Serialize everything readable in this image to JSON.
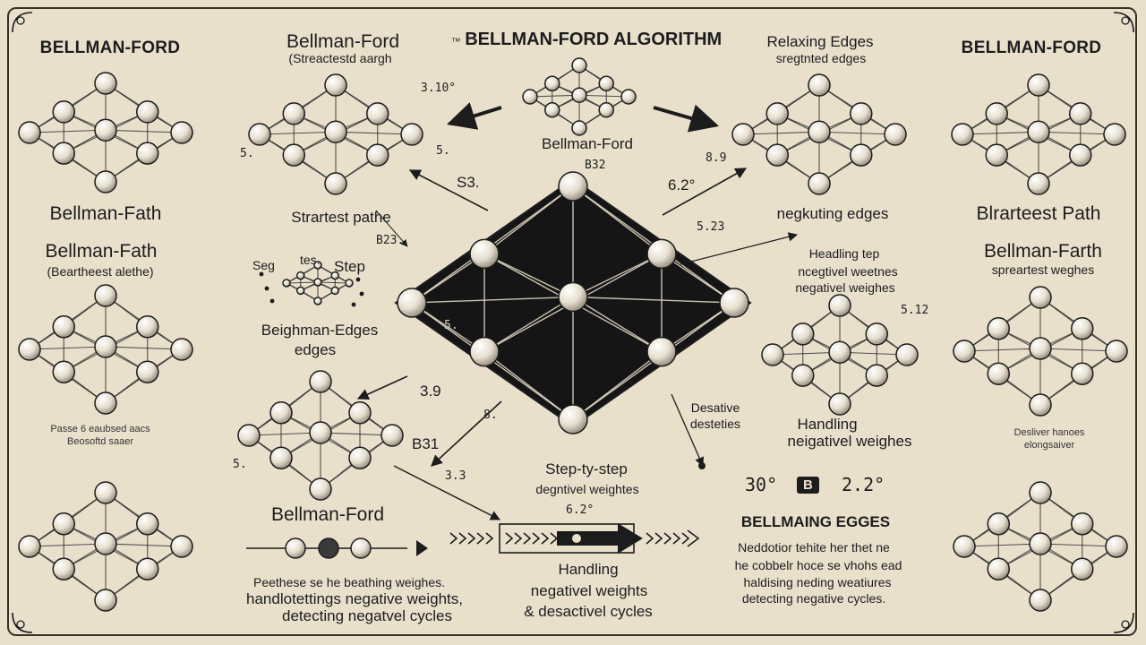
{
  "title": "BELLMAN-FORD ALGORITHM",
  "title_prefix": "™",
  "left_panel": {
    "header": "BELLMAN-FORD",
    "label_1": "Bellman-Fath",
    "label_2": "Bellman-Fath",
    "label_2_sub": "(Beartheest alethe)",
    "label_3": "Passe 6 eaubsed aacs",
    "label_3b": "Beosoftd saaer"
  },
  "col2": {
    "header": "Bellman-Ford",
    "header_sub": "(Streactestd aargh",
    "label_1": "Strartest pathe",
    "step_a": "Seg",
    "step_b": "tes.",
    "step_c": "Step",
    "label_2": "Beighman-Edges",
    "label_2b": "edges",
    "label_3": "Bellman-Ford",
    "desc_1": "Peethese se he beathing weighes.",
    "desc_2": "handlotettings negative weights,",
    "desc_3": "detecting negatvel cycles"
  },
  "center": {
    "top_label": "Bellman-Ford",
    "label_1": "Step-ty-step",
    "label_2": "degntivel weightes",
    "label_3": "Handling",
    "label_4": "negativel weights",
    "label_5": "& desactivel cycles"
  },
  "right_mid": {
    "header": "Relaxing Edges",
    "header_sub": "sregtnted edges",
    "label_1": "negkuting edges",
    "label_2": "Headling tep",
    "label_2b": "ncegtivel weetnes",
    "label_2c": "negativel weighes",
    "label_3": "Desative",
    "label_3b": "desteties",
    "label_4": "Handling",
    "label_4b": "neigativel weighes",
    "label_5": "BELLMAING EGGES",
    "desc_1": "Neddotior tehite her thet ne",
    "desc_2": "he cobbelr hoce se vhohs ead",
    "desc_3": "haldising neding weatiures",
    "desc_4": "detecting negative cycles."
  },
  "right_panel": {
    "header": "BELLMAN-FORD",
    "label_1": "Blrarteest Path",
    "label_2": "Bellman-Farth",
    "label_2_sub": "spreartest weghes",
    "label_3": "Desliver hanoes",
    "label_3b": "elongsaiver"
  },
  "numbers": {
    "n1": "3.10°",
    "n2": "5.",
    "n3": "5.",
    "n4": "S3.",
    "n5": "6.2°",
    "n6": "B32",
    "n7": "8.9",
    "n8": "5.23",
    "n9": "B23.",
    "n10": "5.12",
    "n11": "3.9",
    "n12": "8.",
    "n13": "B31",
    "n14": "5.",
    "n15": "3.3",
    "n16": "6.2°",
    "n17": "30°",
    "n18": "B",
    "n19": "2.2°",
    "n20": "5."
  },
  "icons": {
    "graph": "graph-network-icon",
    "arrow": "arrow-icon",
    "chevron": "chevron-arrow-icon",
    "node": "circle-node-icon"
  },
  "colors": {
    "background": "#e9e0cc",
    "ink": "#1c1c1c",
    "node_fill": "#eee7d6",
    "dark_panel": "#151515"
  }
}
